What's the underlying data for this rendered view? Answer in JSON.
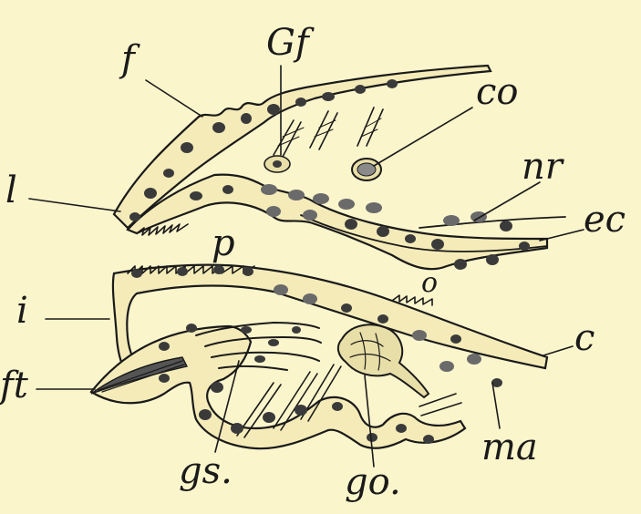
{
  "labels": {
    "f": "f",
    "Gf": "Gf",
    "co": "co",
    "nr": "nr",
    "l": "l",
    "ec": "ec",
    "p": "p",
    "o": "o",
    "i": "i",
    "c": "c",
    "ft": "ft",
    "gs": "gs.",
    "go": "go.",
    "ma": "ma"
  },
  "colors": {
    "paper": "#fbf5cc",
    "ink": "#1a1a1a",
    "tissue": "#f4ebb8"
  }
}
